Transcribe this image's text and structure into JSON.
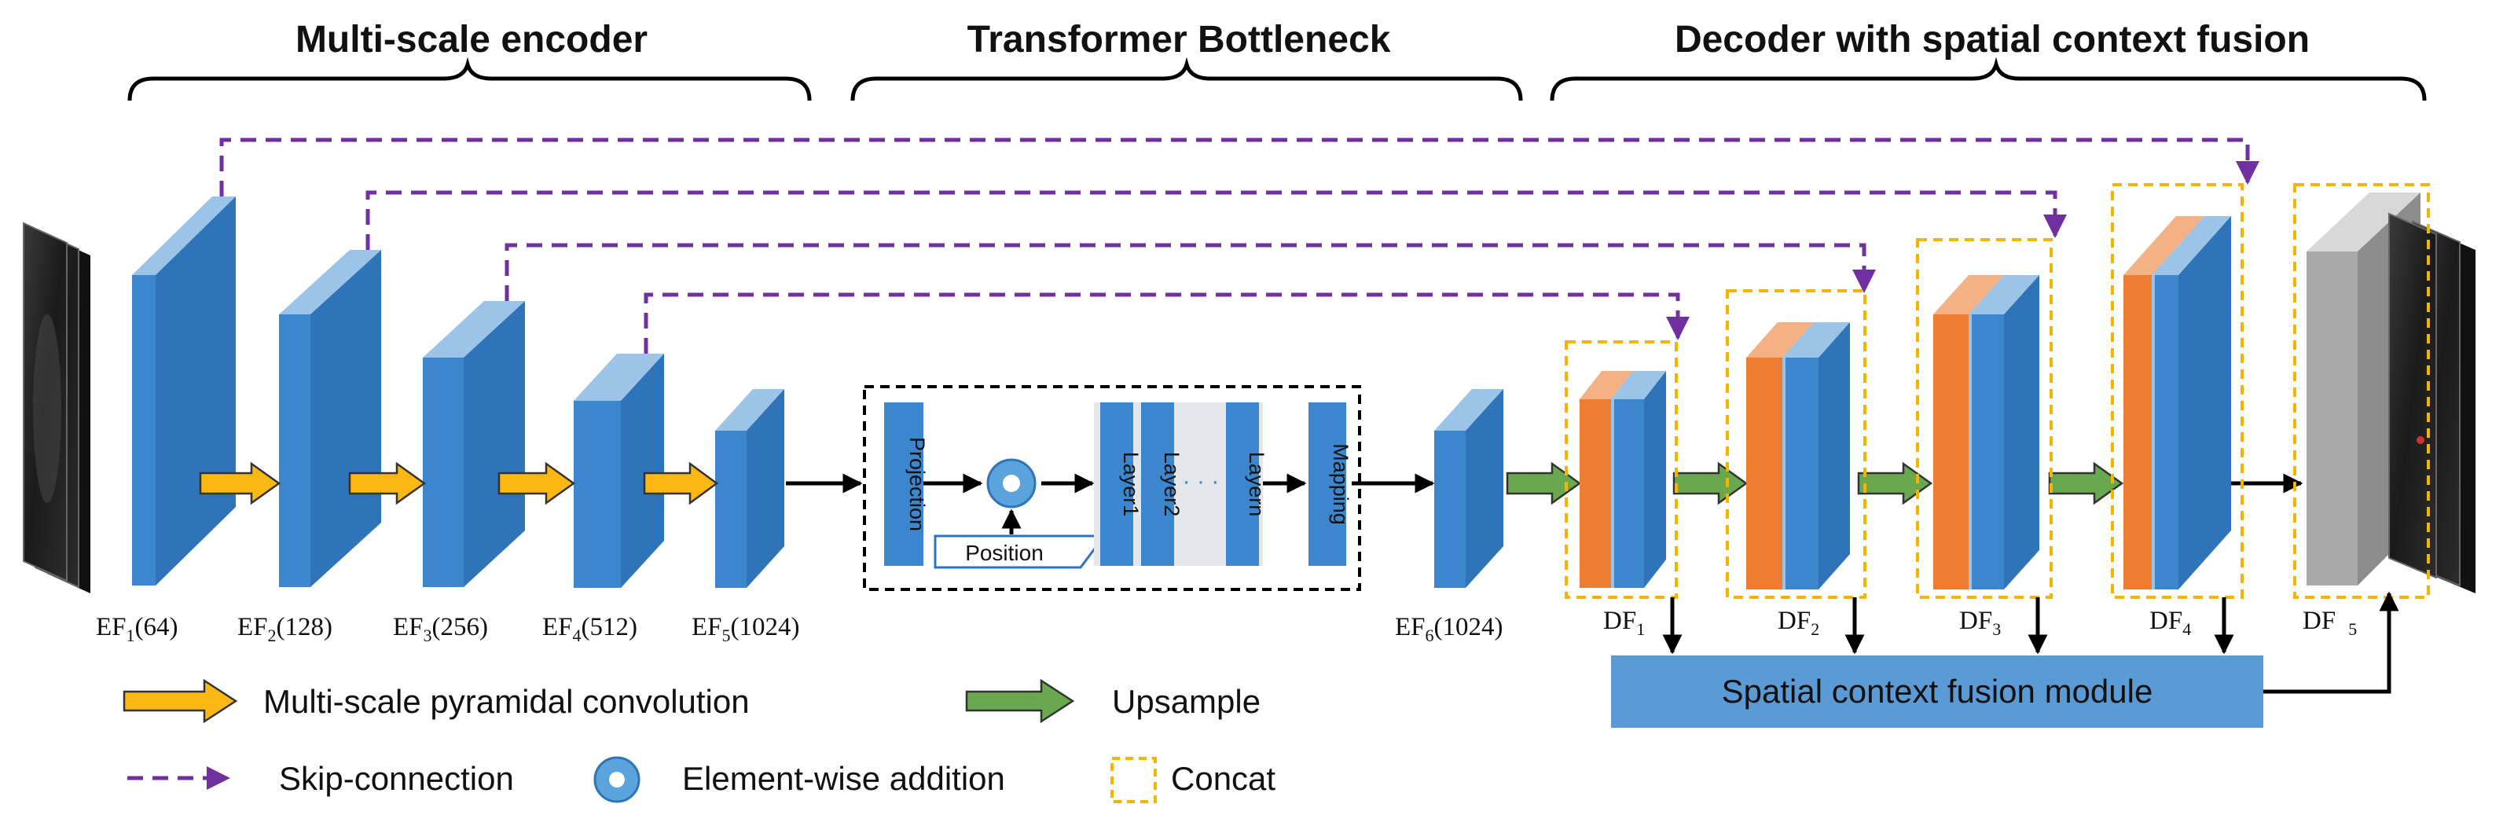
{
  "headers": {
    "encoder": "Multi-scale encoder",
    "bottleneck": "Transformer Bottleneck",
    "decoder": "Decoder with spatial context fusion"
  },
  "encoder_features": [
    {
      "base": "EF",
      "sub": "1",
      "suffix": "(64)"
    },
    {
      "base": "EF",
      "sub": "2",
      "suffix": "(128)"
    },
    {
      "base": "EF",
      "sub": "3",
      "suffix": "(256)"
    },
    {
      "base": "EF",
      "sub": "4",
      "suffix": "(512)"
    },
    {
      "base": "EF",
      "sub": "5",
      "suffix": "(1024)"
    },
    {
      "base": "EF",
      "sub": "6",
      "suffix": "(1024)"
    }
  ],
  "decoder_features": [
    {
      "base": "DF",
      "sub": "1"
    },
    {
      "base": "DF",
      "sub": "2"
    },
    {
      "base": "DF",
      "sub": "3"
    },
    {
      "base": "DF",
      "sub": "4"
    },
    {
      "base": "DF",
      "sub": "5"
    }
  ],
  "transformer": {
    "projection": "Projection",
    "position": "Position",
    "layer1": "Layer1",
    "layer2": "Layer2",
    "layern": "Layern",
    "ellipsis": "· · ·",
    "mapping": "Mapping"
  },
  "fusion_module": "Spatial context fusion module",
  "legend": {
    "pyramidal": "Multi-scale pyramidal convolution",
    "upsample": "Upsample",
    "skip": "Skip-connection",
    "addition": "Element-wise addition",
    "concat": "Concat"
  },
  "colors": {
    "block_front": "#3b86cc",
    "block_side": "#2f74b9",
    "block_top": "#9cc4e8",
    "decoder_orange": "#ee7d31",
    "decoder_orange_top": "#f5b184",
    "output_gray": "#a8a8a8",
    "pyramidal_arrow": "#fbb812",
    "upsample_arrow": "#6aa84f",
    "skip": "#7030a0",
    "concat_border": "#f4b400",
    "fusion_module": "#5b9bd5"
  }
}
